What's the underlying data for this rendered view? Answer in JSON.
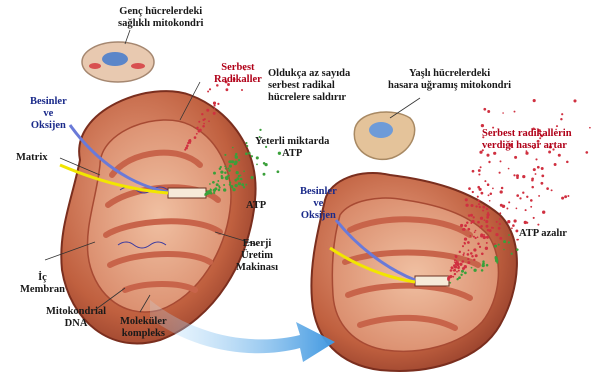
{
  "labels": {
    "young_cell": [
      "Genç hücrelerdeki",
      "sağlıklı mitokondri"
    ],
    "free_radicals": [
      "Serbest",
      "Radikaller"
    ],
    "few_radicals": [
      "Oldukça az sayıda",
      "serbest radikal",
      "hücrelere saldırır"
    ],
    "old_cell": [
      "Yaşlı hücrelerdeki",
      "hasara uğramış mitokondri"
    ],
    "nutrients_left": [
      "Besinler",
      "ve",
      "Oksijen"
    ],
    "matrix": "Matrix",
    "enough_atp": [
      "Yeterli miktarda",
      "ATP"
    ],
    "atp": "ATP",
    "energy_machine": [
      "Enerji",
      "Üretim",
      "Makinası"
    ],
    "inner_membrane": [
      "İç",
      "Membran"
    ],
    "mito_dna": [
      "Mitokondrial",
      "DNA"
    ],
    "molecular_complex": [
      "Moleküler",
      "kompleks"
    ],
    "radical_damage": [
      "Serbest radikallerin",
      "verdiği hasar artar"
    ],
    "nutrients_right": [
      "Besinler",
      "ve",
      "Oksijen"
    ],
    "atp_decreases": "ATP azalır"
  },
  "colors": {
    "outer_membrane": "#b8503a",
    "matrix_fill": "#e8a98a",
    "cristae": "#c8644a",
    "arrow_yellow": "#f2e600",
    "arrow_blue": "#6a7ad8",
    "atp_dots": "#3aa03a",
    "radical_dots": "#d03040",
    "big_arrow": "#4aa0e0"
  }
}
